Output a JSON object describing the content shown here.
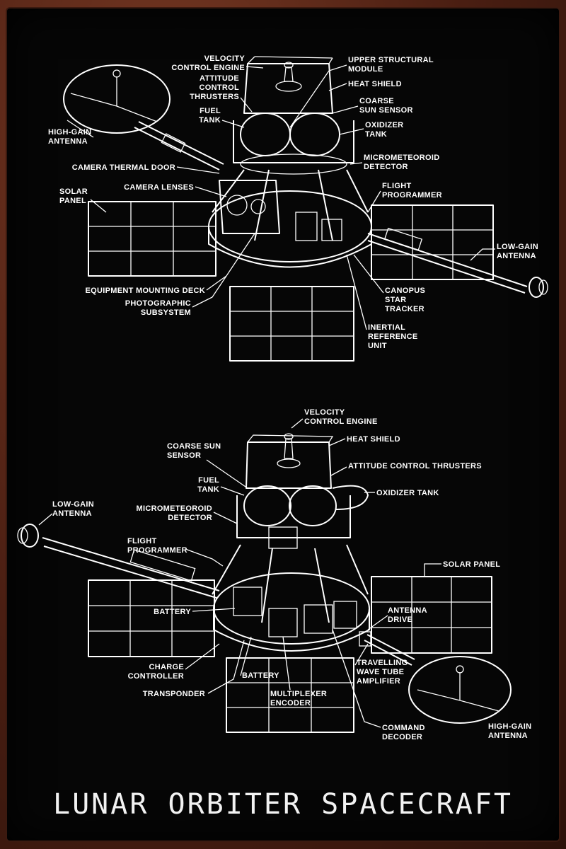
{
  "title": "LUNAR ORBITER SPACECRAFT",
  "top_view": {
    "labels": [
      [
        "VELOCITY",
        "CONTROL ENGINE"
      ],
      [
        "UPPER STRUCTURAL",
        "MODULE"
      ],
      [
        "HEAT SHIELD"
      ],
      [
        "ATTITUDE",
        "CONTROL",
        "THRUSTERS"
      ],
      [
        "COARSE",
        "SUN SENSOR"
      ],
      [
        "FUEL",
        "TANK"
      ],
      [
        "OXIDIZER",
        "TANK"
      ],
      [
        "HIGH-GAIN",
        "ANTENNA"
      ],
      [
        "MICROMETEOROID",
        "DETECTOR"
      ],
      [
        "CAMERA THERMAL DOOR"
      ],
      [
        "FLIGHT",
        "PROGRAMMER"
      ],
      [
        "CAMERA LENSES"
      ],
      [
        "SOLAR",
        "PANEL"
      ],
      [
        "LOW-GAIN",
        "ANTENNA"
      ],
      [
        "EQUIPMENT MOUNTING DECK"
      ],
      [
        "CANOPUS",
        "STAR",
        "TRACKER"
      ],
      [
        "PHOTOGRAPHIC",
        "SUBSYSTEM"
      ],
      [
        "INERTIAL",
        "REFERENCE",
        "UNIT"
      ]
    ]
  },
  "bottom_view": {
    "labels": [
      [
        "VELOCITY",
        "CONTROL ENGINE"
      ],
      [
        "HEAT SHIELD"
      ],
      [
        "COARSE SUN",
        "SENSOR"
      ],
      [
        "ATTITUDE CONTROL THRUSTERS"
      ],
      [
        "FUEL",
        "TANK"
      ],
      [
        "OXIDIZER TANK"
      ],
      [
        "LOW-GAIN",
        "ANTENNA"
      ],
      [
        "MICROMETEOROID",
        "DETECTOR"
      ],
      [
        "FLIGHT",
        "PROGRAMMER"
      ],
      [
        "SOLAR PANEL"
      ],
      [
        "BATTERY"
      ],
      [
        "ANTENNA",
        "DRIVE"
      ],
      [
        "TRAVELLING",
        "WAVE TUBE",
        "AMPLIFIER"
      ],
      [
        "CHARGE",
        "CONTROLLER"
      ],
      [
        "BATTERY"
      ],
      [
        "TRANSPONDER"
      ],
      [
        "MULTIPLEXER",
        "ENCODER"
      ],
      [
        "HIGH-GAIN",
        "ANTENNA"
      ],
      [
        "COMMAND",
        "DECODER"
      ]
    ]
  }
}
